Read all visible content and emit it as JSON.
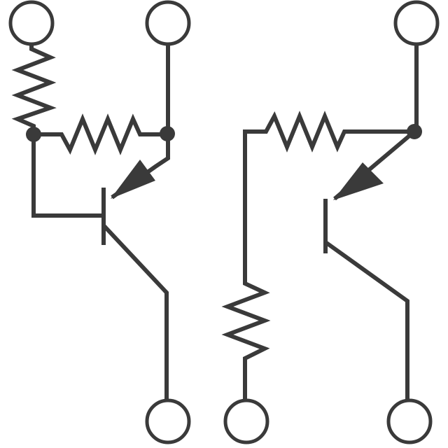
{
  "diagram": {
    "type": "circuit-schematic",
    "colors": {
      "stroke": "#3a3a3a",
      "background": "#ffffff"
    },
    "circuits": [
      {
        "id": "left",
        "components": [
          "terminal",
          "terminal",
          "terminal",
          "resistor",
          "resistor",
          "pnp-transistor",
          "junction",
          "junction"
        ]
      },
      {
        "id": "right",
        "components": [
          "terminal",
          "terminal",
          "terminal",
          "resistor",
          "resistor",
          "pnp-transistor",
          "junction"
        ]
      }
    ]
  }
}
